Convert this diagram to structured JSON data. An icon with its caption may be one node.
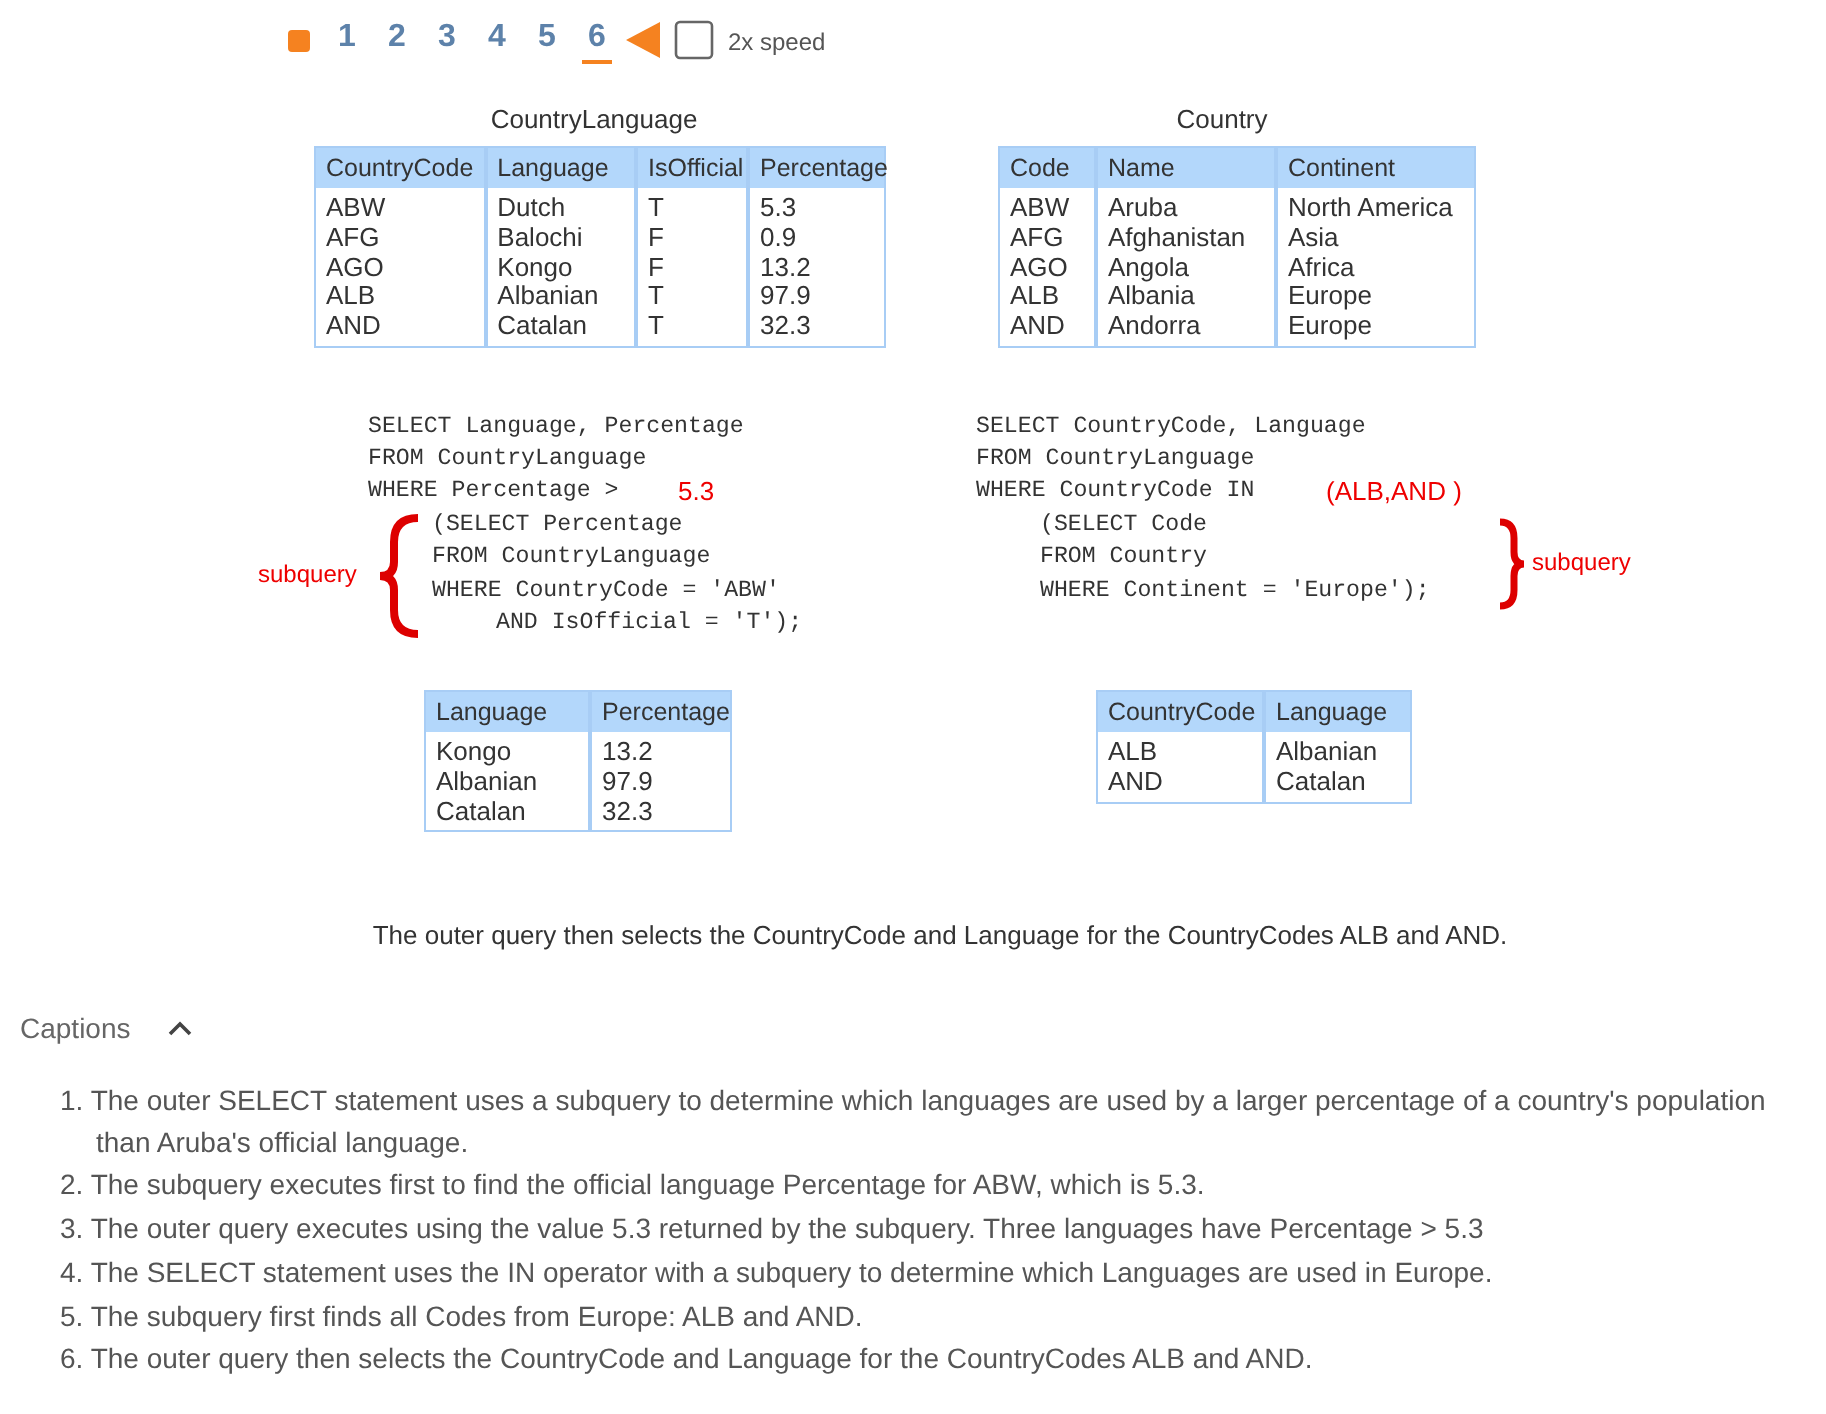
{
  "diagram": {
    "caption": "The outer query then selects the CountryCode and Language for the CountryCodes ALB and AND.",
    "labels": [
      "1",
      "2",
      "3",
      "4",
      "5",
      "6",
      "2x speed",
      "CountryLanguage",
      "CountryCode",
      "Language",
      "IsOfficial",
      "Percentage",
      "ABW",
      "Dutch",
      "T",
      "5.3",
      "AFG",
      "Balochi",
      "F",
      "0.9",
      "AGO",
      "Kongo",
      "F",
      "13.2",
      "ALB",
      "Albanian",
      "T",
      "97.9",
      "AND",
      "Catalan",
      "T",
      "32.3",
      "Country",
      "Code",
      "Name",
      "Continent",
      "ABW",
      "Aruba",
      "North America",
      "AFG",
      "Afghanistan",
      "Asia",
      "AGO",
      "Angola",
      "Africa",
      "ALB",
      "Albania",
      "Europe",
      "AND",
      "Andorra",
      "Europe",
      "SELECT Language, Percentage",
      "FROM CountryLanguage",
      "WHERE Percentage >",
      "5.3",
      "subquery",
      "(SELECT Percentage",
      "FROM CountryLanguage",
      "WHERE CountryCode = 'ABW'",
      "AND IsOfficial = 'T');",
      "SELECT CountryCode, Language",
      "FROM CountryLanguage",
      "WHERE CountryCode IN",
      "(ALB,AND )",
      "(SELECT Code",
      "FROM Country",
      "subquery",
      "WHERE Continent = 'Europe');",
      "Language",
      "Percentage",
      "Kongo",
      "13.2",
      "Albanian",
      "97.9",
      "Catalan",
      "32.3",
      "CountryCode",
      "Language",
      "ALB",
      "Albanian",
      "AND",
      "Catalan",
      "Captions",
      "1. The outer SELECT statement uses a subquery to determine which languages are used by a larger percentage of a country's population than Aruba's official language.",
      "2. The subquery executes first to find the official language Percentage for ABW, which is 5.3.",
      "3. The outer query executes using the value 5.3 returned by the subquery. Three languages have Percentage > 5.3",
      "4. The SELECT statement uses the IN operator with a subquery to determine which Languages are used in Europe.",
      "5. The subquery first finds all Codes from Europe: ALB and AND.",
      "6. The outer query then selects the CountryCode and Language for the CountryCodes ALB and AND."
    ]
  }
}
